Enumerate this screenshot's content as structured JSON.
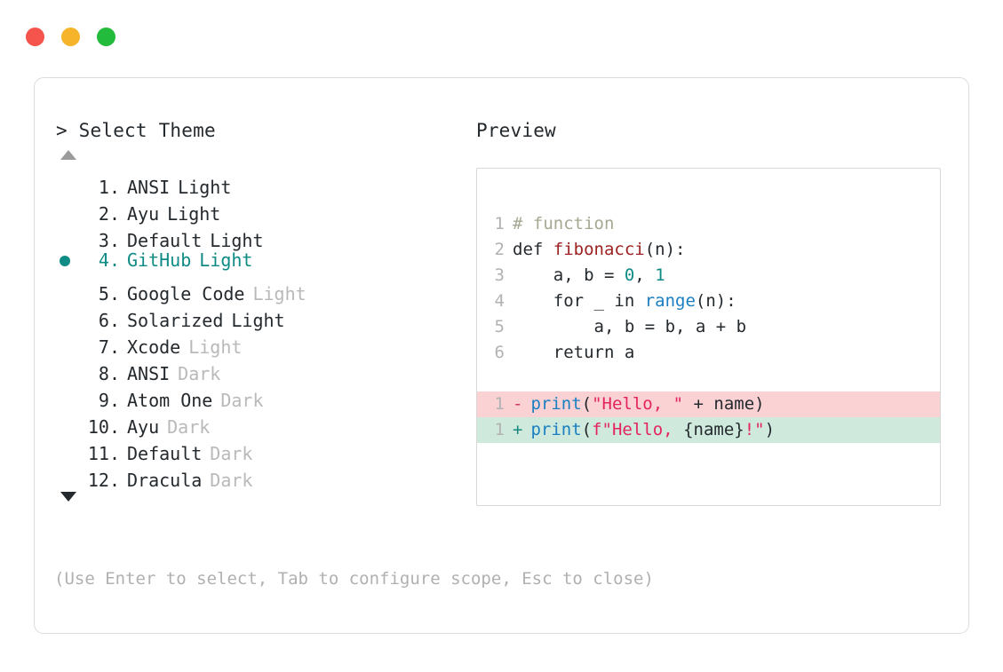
{
  "window": {
    "dots": [
      {
        "name": "close",
        "color": "#f4544c"
      },
      {
        "name": "minimize",
        "color": "#f6b42a"
      },
      {
        "name": "maximize",
        "color": "#22bb3c"
      }
    ]
  },
  "accent": "#0f8b86",
  "left_pane": {
    "prompt": "> Select Theme",
    "scroll_up_icon": "triangle-up-icon",
    "scroll_down_icon": "triangle-down-icon",
    "selected_index": 4,
    "themes": [
      {
        "index": "1.",
        "name": "ANSI",
        "variant": "Light",
        "variant_muted": false,
        "selected": false
      },
      {
        "index": "2.",
        "name": "Ayu",
        "variant": "Light",
        "variant_muted": false,
        "selected": false
      },
      {
        "index": "3.",
        "name": "Default",
        "variant": "Light",
        "variant_muted": false,
        "selected": false
      },
      {
        "index": "4.",
        "name": "GitHub",
        "variant": "Light",
        "variant_muted": false,
        "selected": true
      },
      {
        "index": "5.",
        "name": "Google Code",
        "variant": "Light",
        "variant_muted": true,
        "selected": false
      },
      {
        "index": "6.",
        "name": "Solarized",
        "variant": "Light",
        "variant_muted": false,
        "selected": false
      },
      {
        "index": "7.",
        "name": "Xcode",
        "variant": "Light",
        "variant_muted": true,
        "selected": false
      },
      {
        "index": "8.",
        "name": "ANSI",
        "variant": "Dark",
        "variant_muted": true,
        "selected": false
      },
      {
        "index": "9.",
        "name": "Atom One",
        "variant": "Dark",
        "variant_muted": true,
        "selected": false
      },
      {
        "index": "10.",
        "name": "Ayu",
        "variant": "Dark",
        "variant_muted": true,
        "selected": false
      },
      {
        "index": "11.",
        "name": "Default",
        "variant": "Dark",
        "variant_muted": true,
        "selected": false
      },
      {
        "index": "12.",
        "name": "Dracula",
        "variant": "Dark",
        "variant_muted": true,
        "selected": false
      }
    ],
    "hint": "(Use Enter to select, Tab to configure scope, Esc to close)"
  },
  "right_pane": {
    "title": "Preview",
    "code_lines": [
      {
        "number": "1",
        "tokens": [
          {
            "t": "# function",
            "c": "tok-comment"
          }
        ]
      },
      {
        "number": "2",
        "tokens": [
          {
            "t": "def ",
            "c": "tok-plain"
          },
          {
            "t": "fibonacci",
            "c": "tok-func"
          },
          {
            "t": "(n):",
            "c": "tok-plain"
          }
        ]
      },
      {
        "number": "3",
        "tokens": [
          {
            "t": "    a, b = ",
            "c": "tok-plain"
          },
          {
            "t": "0",
            "c": "tok-num"
          },
          {
            "t": ", ",
            "c": "tok-plain"
          },
          {
            "t": "1",
            "c": "tok-num"
          }
        ]
      },
      {
        "number": "4",
        "tokens": [
          {
            "t": "    for _ in ",
            "c": "tok-plain"
          },
          {
            "t": "range",
            "c": "tok-builtin"
          },
          {
            "t": "(n):",
            "c": "tok-plain"
          }
        ]
      },
      {
        "number": "5",
        "tokens": [
          {
            "t": "        a, b = b, a + b",
            "c": "tok-plain"
          }
        ]
      },
      {
        "number": "6",
        "tokens": [
          {
            "t": "    return a",
            "c": "tok-plain"
          }
        ]
      }
    ],
    "diff_lines": [
      {
        "number": "1",
        "kind": "minus",
        "mark": "-",
        "tokens": [
          {
            "t": "print",
            "c": "tok-builtin"
          },
          {
            "t": "(",
            "c": "tok-plain"
          },
          {
            "t": "\"Hello, \"",
            "c": "tok-str"
          },
          {
            "t": " + name)",
            "c": "tok-plain"
          }
        ]
      },
      {
        "number": "1",
        "kind": "plus",
        "mark": "+",
        "tokens": [
          {
            "t": "print",
            "c": "tok-builtin"
          },
          {
            "t": "(",
            "c": "tok-plain"
          },
          {
            "t": "f\"Hello, ",
            "c": "tok-str"
          },
          {
            "t": "{name}",
            "c": "tok-plain"
          },
          {
            "t": "!\"",
            "c": "tok-str"
          },
          {
            "t": ")",
            "c": "tok-plain"
          }
        ]
      }
    ]
  }
}
